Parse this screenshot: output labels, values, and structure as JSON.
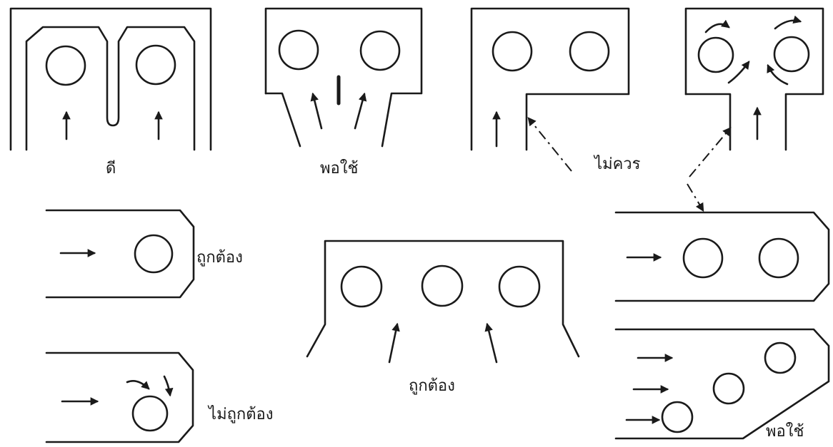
{
  "labels": {
    "good": "ดี",
    "fair_top": "พอใช้",
    "not_recommended": "ไม่ควร",
    "correct_left": "ถูกต้อง",
    "incorrect": "ไม่ถูกต้อง",
    "correct_center": "ถูกต้อง",
    "fair_bottom_right": "พอใช้"
  },
  "colors": {
    "ink": "#1a1a1a",
    "background": "#ffffff"
  }
}
